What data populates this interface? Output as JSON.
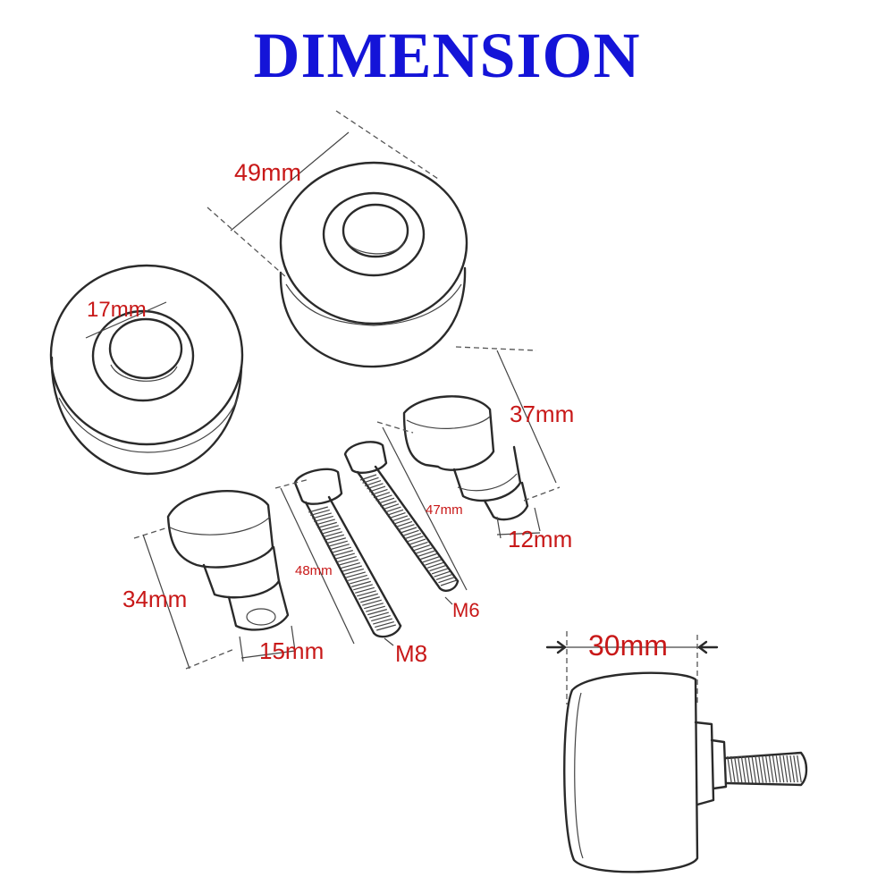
{
  "title": "DIMENSION",
  "colors": {
    "title": "#1414d8",
    "label": "#c81818",
    "line": "#2a2a2a"
  },
  "labels": {
    "large_spacer_diameter": "49mm",
    "spacer_inner_diameter": "17mm",
    "slider_a_length": "37mm",
    "slider_a_tip": "12mm",
    "bolt_m6_length": "47mm",
    "bolt_m6_thread": "M6",
    "bolt_m8_length": "48mm",
    "bolt_m8_thread": "M8",
    "slider_b_length": "34mm",
    "slider_b_tip": "15mm",
    "assembled_width": "30mm"
  }
}
